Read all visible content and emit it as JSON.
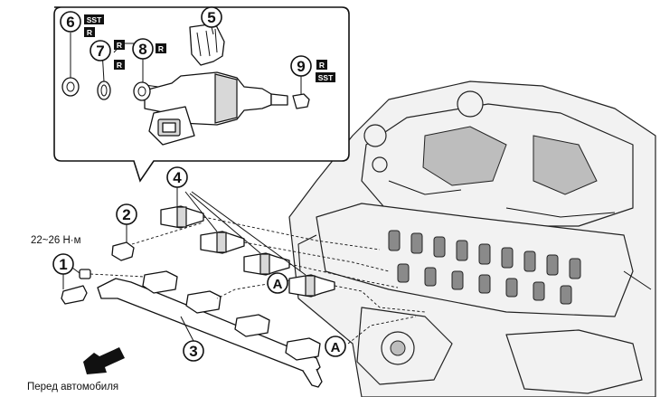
{
  "callouts": [
    {
      "num": "1"
    },
    {
      "num": "2"
    },
    {
      "num": "3"
    },
    {
      "num": "4"
    },
    {
      "num": "5"
    },
    {
      "num": "6"
    },
    {
      "num": "7"
    },
    {
      "num": "8"
    },
    {
      "num": "9"
    }
  ],
  "tags": {
    "sst": "SST",
    "r": "R"
  },
  "labels": {
    "torque": "22~26 Н·м",
    "front": "Перед автомобиля",
    "ref_a": "A"
  }
}
